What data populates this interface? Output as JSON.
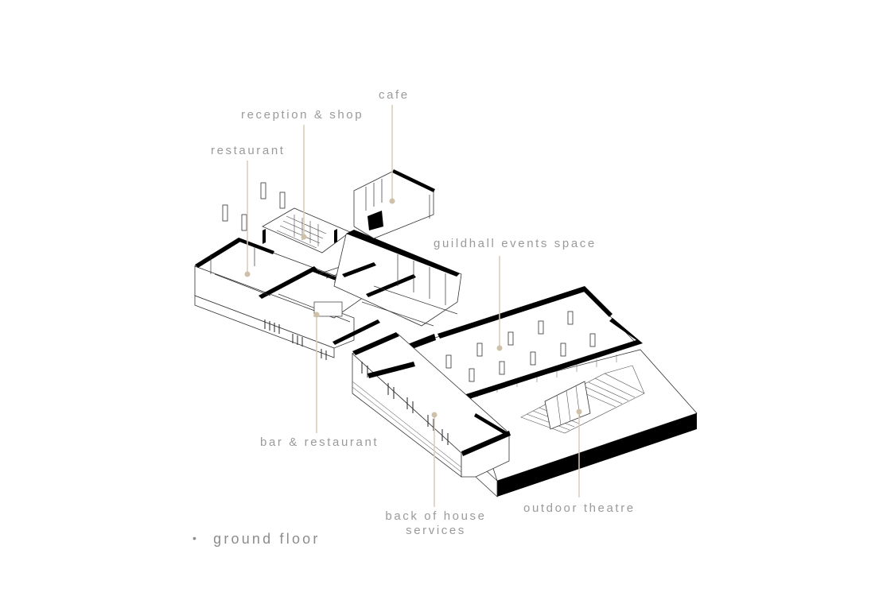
{
  "labels": {
    "cafe": "cafe",
    "reception_shop": "reception & shop",
    "restaurant": "restaurant",
    "guildhall_events_space": "guildhall events space",
    "bar_restaurant": "bar & restaurant",
    "back_of_house_line1": "back of house",
    "back_of_house_line2": "services",
    "outdoor_theatre": "outdoor theatre"
  },
  "caption": {
    "bullet": "•",
    "text": "ground floor"
  },
  "colors": {
    "label_text": "#9a9a9a",
    "leader_line": "#d8cbb8",
    "leader_dot": "#cfc0aa",
    "wall_cut": "#000000",
    "linework": "#222222"
  }
}
